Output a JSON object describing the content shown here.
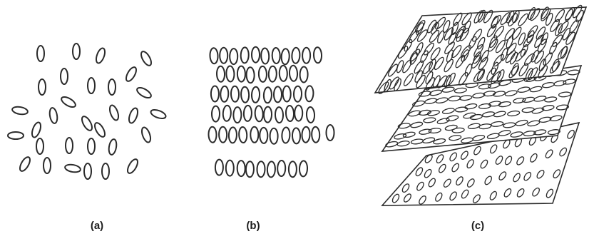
{
  "figure": {
    "panels": [
      {
        "id": "a",
        "label": "(a)"
      },
      {
        "id": "b",
        "label": "(b)"
      },
      {
        "id": "c",
        "label": "(c)"
      }
    ],
    "colors": {
      "stroke": "#2a2a2a",
      "background": "#ffffff",
      "label": "#1e1e1e"
    }
  }
}
